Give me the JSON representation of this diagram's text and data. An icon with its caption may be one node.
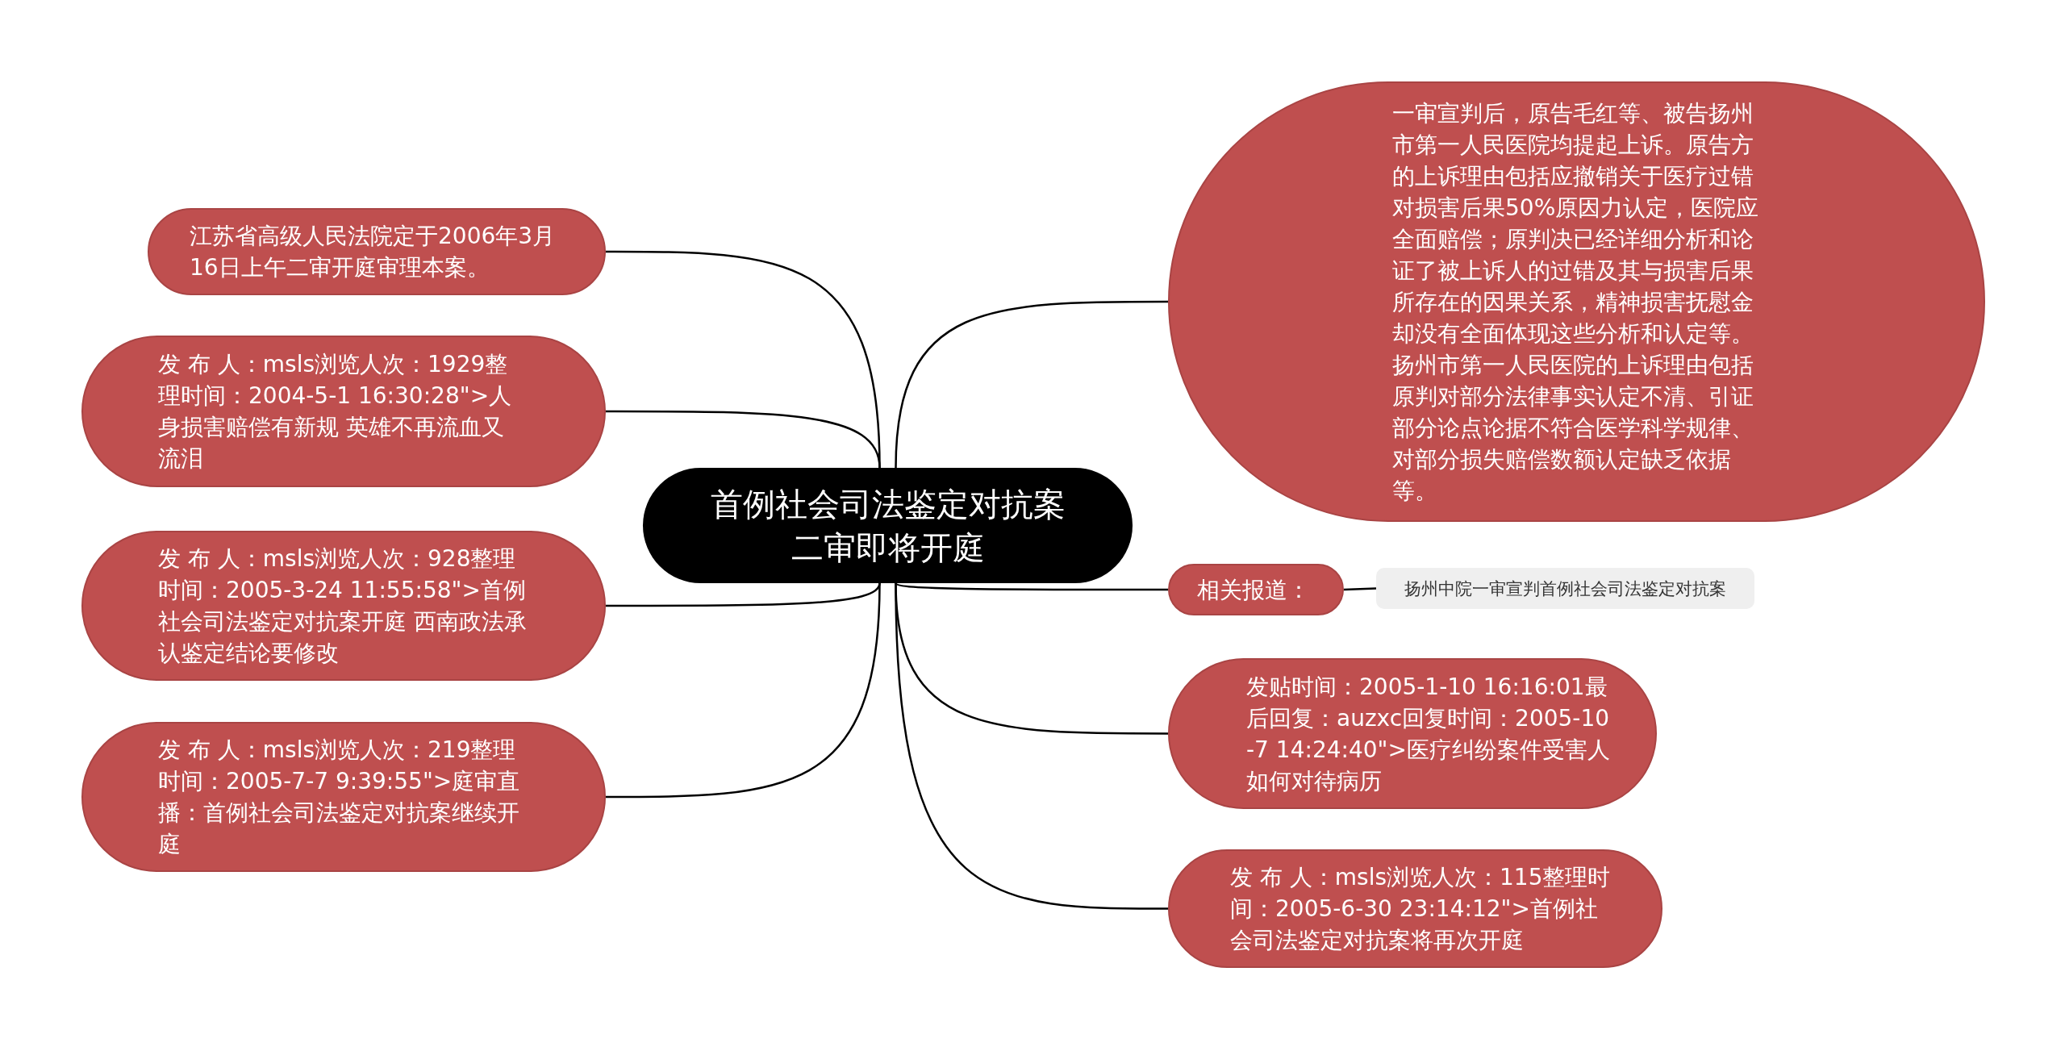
{
  "diagram": {
    "nodes": [
      {
        "text": [
          "首例社会司法鉴定对抗案二审即将开庭"
        ]
      },
      {
        "text": [
          "一审宣判后，原告毛红等、被告扬州市第一人民医院均提起上诉。原告方的上诉理由包括应撤销关于医疗过错对损害后果50%原因力认定，医院应全面赔偿；原判决已经详细分析和论证了被上诉人的过错及其与损害后果所存在的因果关系，精神损害抚慰金却没有全面体现这些分析和认定等。扬州市第一人民医院的上诉理由包括原判对部分法律事实认定不清、引证部分论点论据不符合医学科学规律、对部分损失赔偿数额认定缺乏依据等。"
        ]
      },
      {
        "text": [
          "相关报道："
        ]
      },
      {
        "text": [
          "扬州中院一审宣判首例社会司法鉴定对抗案"
        ]
      },
      {
        "text": [
          "发贴时间：2005-1-10 16:16:01最后回复：auzxc回复时间：2005-10-7 14:24:40\">医疗纠纷案件受害人如何对待病历"
        ]
      },
      {
        "text": [
          "发 布 人：msls浏览人次：115整理时间：2005-6-30 23:14:12\">首例社会司法鉴定对抗案将再次开庭"
        ]
      },
      {
        "text": [
          "江苏省高级人民法院定于2006年3月16日上午二审开庭审理本案。"
        ]
      },
      {
        "text": [
          "发 布 人：msls浏览人次：1929整理时间：2004-5-1 16:30:28\">人身损害赔偿有新规 英雄不再流血又流泪"
        ]
      },
      {
        "text": [
          "发 布 人：msls浏览人次：928整理时间：2005-3-24 11:55:58\">首例社会司法鉴定对抗案开庭 西南政法承认鉴定结论要修改"
        ]
      },
      {
        "text": [
          "发 布 人：msls浏览人次：219整理时间：2005-7-7 9:39:55\">庭审直播：首例社会司法鉴定对抗案继续开庭"
        ]
      }
    ],
    "edges": [
      {
        "from": 0,
        "to": 1,
        "arrow": "none"
      },
      {
        "from": 0,
        "to": 2,
        "arrow": "none"
      },
      {
        "from": 2,
        "to": 3,
        "arrow": "none"
      },
      {
        "from": 0,
        "to": 4,
        "arrow": "none"
      },
      {
        "from": 0,
        "to": 5,
        "arrow": "none"
      },
      {
        "from": 0,
        "to": 6,
        "arrow": "none"
      },
      {
        "from": 0,
        "to": 7,
        "arrow": "none"
      },
      {
        "from": 0,
        "to": 8,
        "arrow": "none"
      },
      {
        "from": 0,
        "to": 9,
        "arrow": "none"
      }
    ]
  }
}
